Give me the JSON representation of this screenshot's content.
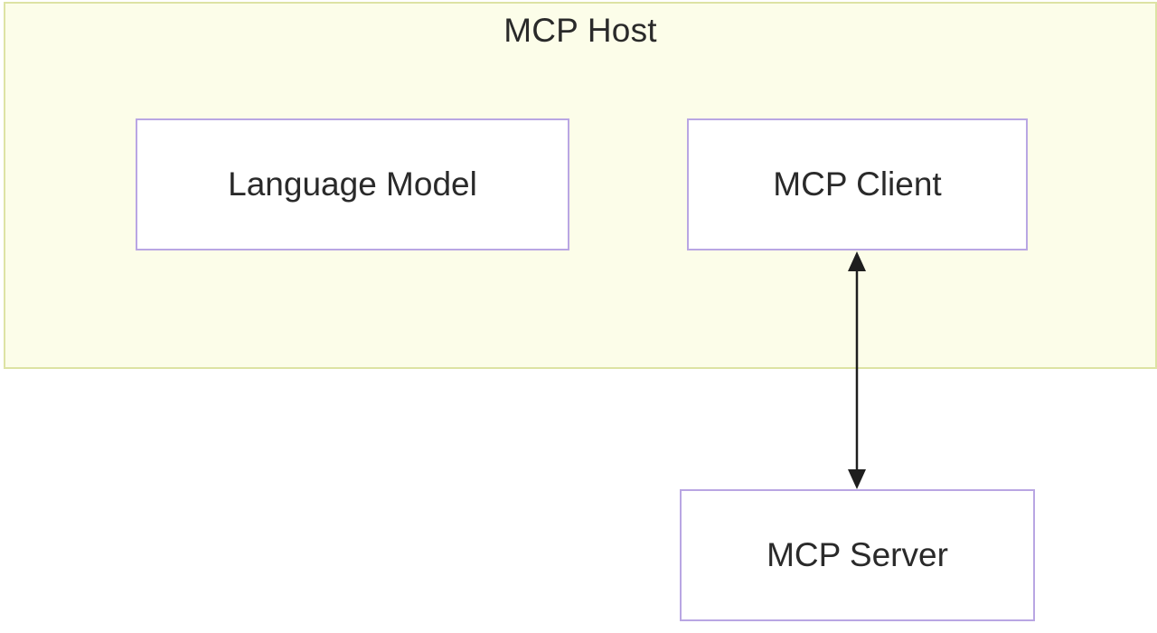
{
  "diagram": {
    "host": {
      "title": "MCP Host"
    },
    "nodes": {
      "language_model": "Language Model",
      "mcp_client": "MCP Client",
      "mcp_server": "MCP Server"
    },
    "edges": [
      {
        "from": "MCP Client",
        "to": "MCP Server",
        "direction": "bidirectional"
      }
    ],
    "colors": {
      "host_fill": "#fcfde9",
      "host_border": "#dde3a4",
      "node_border": "#b9a6e3",
      "text": "#2a2a2a",
      "arrow": "#1e1e1e"
    }
  }
}
